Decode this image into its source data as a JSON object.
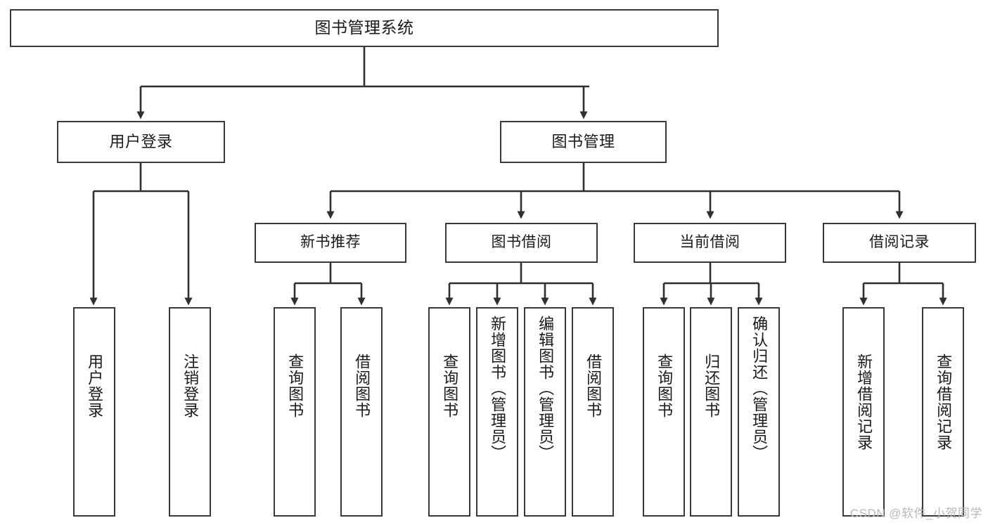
{
  "diagram": {
    "title": "图书管理系统",
    "type": "hierarchy-tree",
    "watermark": "CSDN @软件_小贺同学",
    "root": {
      "id": "root",
      "label": "图书管理系统"
    },
    "level1": [
      {
        "id": "user-login",
        "label": "用户登录"
      },
      {
        "id": "book-manage",
        "label": "图书管理"
      }
    ],
    "level2": [
      {
        "id": "new-book-rec",
        "label": "新书推荐",
        "parent": "book-manage"
      },
      {
        "id": "book-borrow",
        "label": "图书借阅",
        "parent": "book-manage"
      },
      {
        "id": "current-borrow",
        "label": "当前借阅",
        "parent": "book-manage"
      },
      {
        "id": "borrow-record",
        "label": "借阅记录",
        "parent": "book-manage"
      }
    ],
    "leaves": [
      {
        "id": "leaf-user-login",
        "label": "用户登录",
        "parent": "user-login"
      },
      {
        "id": "leaf-logout",
        "label": "注销登录",
        "parent": "user-login"
      },
      {
        "id": "leaf-query-book-1",
        "label": "查询图书",
        "parent": "new-book-rec"
      },
      {
        "id": "leaf-borrow-book-1",
        "label": "借阅图书",
        "parent": "new-book-rec"
      },
      {
        "id": "leaf-query-book-2",
        "label": "查询图书",
        "parent": "book-borrow"
      },
      {
        "id": "leaf-add-book",
        "label": "新增图书（管理员）",
        "parent": "book-borrow"
      },
      {
        "id": "leaf-edit-book",
        "label": "编辑图书（管理员）",
        "parent": "book-borrow"
      },
      {
        "id": "leaf-borrow-book-2",
        "label": "借阅图书",
        "parent": "book-borrow"
      },
      {
        "id": "leaf-query-book-3",
        "label": "查询图书",
        "parent": "current-borrow"
      },
      {
        "id": "leaf-return-book",
        "label": "归还图书",
        "parent": "current-borrow"
      },
      {
        "id": "leaf-confirm-return",
        "label": "确认归还（管理员）",
        "parent": "current-borrow"
      },
      {
        "id": "leaf-add-record",
        "label": "新增借阅记录",
        "parent": "borrow-record"
      },
      {
        "id": "leaf-query-record",
        "label": "查询借阅记录",
        "parent": "borrow-record"
      }
    ],
    "colors": {
      "border": "#3a3a3a",
      "connector": "#2f2f2f",
      "background": "#ffffff",
      "text": "#1a1a1a",
      "watermark": "#b9b9b9"
    }
  }
}
